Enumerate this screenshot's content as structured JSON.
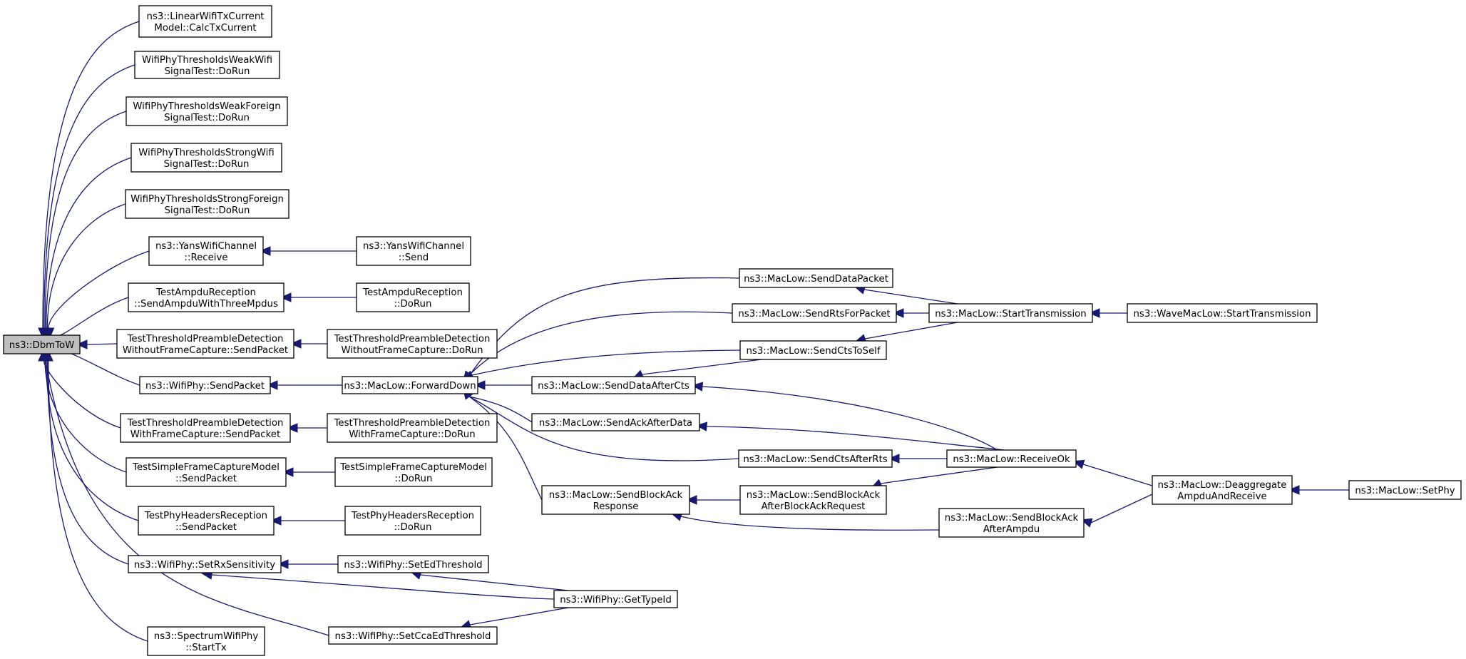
{
  "graph": {
    "root": "ns3::DbmToW",
    "colors": {
      "edge": "#191970",
      "root_fill": "#bfbfbf",
      "node_fill": "#ffffff",
      "node_border": "#000000"
    },
    "nodes": [
      {
        "id": "dbmtow",
        "lines": [
          "ns3::DbmToW"
        ],
        "root": true
      },
      {
        "id": "linear",
        "lines": [
          "ns3::LinearWifiTxCurrent",
          "Model::CalcTxCurrent"
        ]
      },
      {
        "id": "weakwifi",
        "lines": [
          "WifiPhyThresholdsWeakWifi",
          "SignalTest::DoRun"
        ]
      },
      {
        "id": "weakforeign",
        "lines": [
          "WifiPhyThresholdsWeakForeign",
          "SignalTest::DoRun"
        ]
      },
      {
        "id": "strongwifi",
        "lines": [
          "WifiPhyThresholdsStrongWifi",
          "SignalTest::DoRun"
        ]
      },
      {
        "id": "strongforeign",
        "lines": [
          "WifiPhyThresholdsStrongForeign",
          "SignalTest::DoRun"
        ]
      },
      {
        "id": "yansrecv",
        "lines": [
          "ns3::YansWifiChannel",
          "::Receive"
        ]
      },
      {
        "id": "yanssend",
        "lines": [
          "ns3::YansWifiChannel",
          "::Send"
        ]
      },
      {
        "id": "ampdusend",
        "lines": [
          "TestAmpduReception",
          "::SendAmpduWithThreeMpdus"
        ]
      },
      {
        "id": "ampdurun",
        "lines": [
          "TestAmpduReception",
          "::DoRun"
        ]
      },
      {
        "id": "tpdwo_send",
        "lines": [
          "TestThresholdPreambleDetection",
          "WithoutFrameCapture::SendPacket"
        ]
      },
      {
        "id": "tpdwo_run",
        "lines": [
          "TestThresholdPreambleDetection",
          "WithoutFrameCapture::DoRun"
        ]
      },
      {
        "id": "wifiphysend",
        "lines": [
          "ns3::WifiPhy::SendPacket"
        ]
      },
      {
        "id": "forwarddown",
        "lines": [
          "ns3::MacLow::ForwardDown"
        ]
      },
      {
        "id": "tpdw_send",
        "lines": [
          "TestThresholdPreambleDetection",
          "WithFrameCapture::SendPacket"
        ]
      },
      {
        "id": "tpdw_run",
        "lines": [
          "TestThresholdPreambleDetection",
          "WithFrameCapture::DoRun"
        ]
      },
      {
        "id": "sfc_send",
        "lines": [
          "TestSimpleFrameCaptureModel",
          "::SendPacket"
        ]
      },
      {
        "id": "sfc_run",
        "lines": [
          "TestSimpleFrameCaptureModel",
          "::DoRun"
        ]
      },
      {
        "id": "phr_send",
        "lines": [
          "TestPhyHeadersReception",
          "::SendPacket"
        ]
      },
      {
        "id": "phr_run",
        "lines": [
          "TestPhyHeadersReception",
          "::DoRun"
        ]
      },
      {
        "id": "setrxsens",
        "lines": [
          "ns3::WifiPhy::SetRxSensitivity"
        ]
      },
      {
        "id": "setedthr",
        "lines": [
          "ns3::WifiPhy::SetEdThreshold"
        ]
      },
      {
        "id": "gettypeid",
        "lines": [
          "ns3::WifiPhy::GetTypeId"
        ]
      },
      {
        "id": "setccaed",
        "lines": [
          "ns3::WifiPhy::SetCcaEdThreshold"
        ]
      },
      {
        "id": "spectrumtx",
        "lines": [
          "ns3::SpectrumWifiPhy",
          "::StartTx"
        ]
      },
      {
        "id": "senddatapacket",
        "lines": [
          "ns3::MacLow::SendDataPacket"
        ]
      },
      {
        "id": "sendrts",
        "lines": [
          "ns3::MacLow::SendRtsForPacket"
        ]
      },
      {
        "id": "sendctsself",
        "lines": [
          "ns3::MacLow::SendCtsToSelf"
        ]
      },
      {
        "id": "starttx",
        "lines": [
          "ns3::MacLow::StartTransmission"
        ]
      },
      {
        "id": "wavestarttx",
        "lines": [
          "ns3::WaveMacLow::StartTransmission"
        ]
      },
      {
        "id": "senddataaftercts",
        "lines": [
          "ns3::MacLow::SendDataAfterCts"
        ]
      },
      {
        "id": "sendackafterdata",
        "lines": [
          "ns3::MacLow::SendAckAfterData"
        ]
      },
      {
        "id": "sendctsafterrts",
        "lines": [
          "ns3::MacLow::SendCtsAfterRts"
        ]
      },
      {
        "id": "receiveok",
        "lines": [
          "ns3::MacLow::ReceiveOk"
        ]
      },
      {
        "id": "sendbaresp",
        "lines": [
          "ns3::MacLow::SendBlockAck",
          "Response"
        ]
      },
      {
        "id": "sendbaafterbar",
        "lines": [
          "ns3::MacLow::SendBlockAck",
          "AfterBlockAckRequest"
        ]
      },
      {
        "id": "sendbaafterampdu",
        "lines": [
          "ns3::MacLow::SendBlockAck",
          "AfterAmpdu"
        ]
      },
      {
        "id": "deaggregate",
        "lines": [
          "ns3::MacLow::Deaggregate",
          "AmpduAndReceive"
        ]
      },
      {
        "id": "setphy",
        "lines": [
          "ns3::MacLow::SetPhy"
        ]
      }
    ]
  }
}
